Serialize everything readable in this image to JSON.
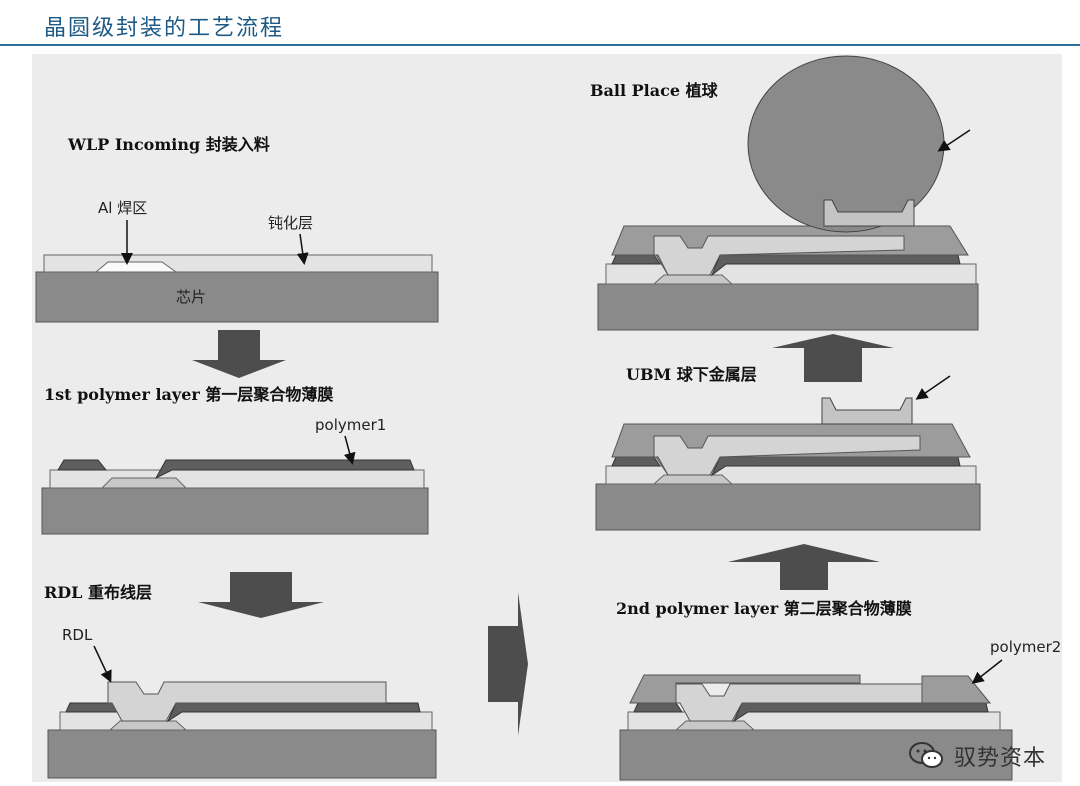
{
  "header": {
    "title": "晶圆级封装的工艺流程"
  },
  "steps": {
    "wlp": "WLP Incoming 封装入料",
    "polymer1": "1st polymer layer  第一层聚合物薄膜",
    "rdl": "RDL  重布线层",
    "polymer2": "2nd polymer layer  第二层聚合物薄膜",
    "ubm": "UBM 球下金属层",
    "ball": "Ball Place 植球"
  },
  "annotations": {
    "al_pad": "Al 焊区",
    "passivation": "钝化层",
    "chip": "芯片",
    "polymer1": "polymer1",
    "rdl": "RDL",
    "polymer2": "polymer2"
  },
  "watermark": {
    "text": "驭势资本",
    "icon": "wechat-icon"
  },
  "colors": {
    "header_text": "#1d5a86",
    "rule": "#2f6f9c",
    "chip": "#8a8a8a",
    "arrow": "#4d4d4d"
  }
}
